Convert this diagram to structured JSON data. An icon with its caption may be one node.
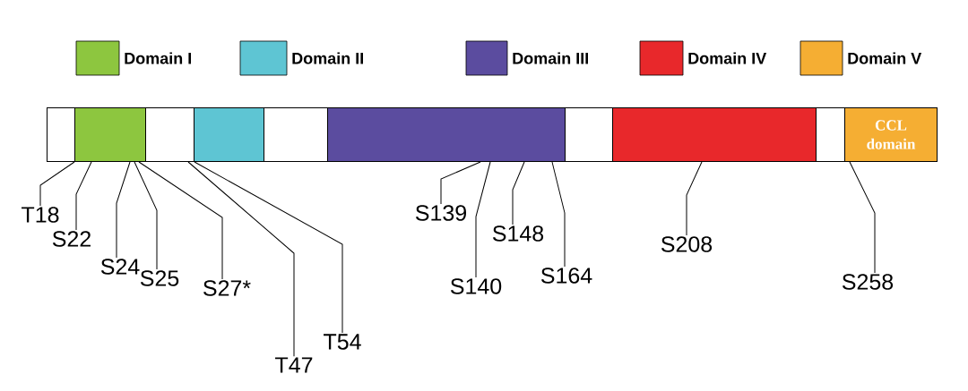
{
  "diagram": {
    "nodes": [
      {
        "text": [],
        "shape": "box"
      },
      {
        "text": [],
        "shape": "box"
      },
      {
        "text": [],
        "shape": "box"
      },
      {
        "text": [],
        "shape": "box"
      },
      {
        "text": [],
        "shape": "box"
      },
      {
        "text": [],
        "shape": "box"
      },
      {
        "text": [],
        "shape": "box"
      },
      {
        "text": [],
        "shape": "box"
      },
      {
        "text": [],
        "shape": "box"
      },
      {
        "text": [
          "CCL domain"
        ]
      },
      {
        "text": [
          "T18"
        ]
      },
      {
        "text": [
          "S22"
        ]
      },
      {
        "text": [
          "S24"
        ]
      },
      {
        "text": [
          "S25"
        ]
      },
      {
        "text": [
          "S27*"
        ]
      },
      {
        "text": [
          "T47"
        ]
      },
      {
        "text": [
          "T54"
        ]
      },
      {
        "text": [
          "S139"
        ]
      },
      {
        "text": [
          "S140"
        ]
      },
      {
        "text": [
          "S148"
        ]
      },
      {
        "text": [
          "S164"
        ]
      },
      {
        "text": [
          "S208"
        ]
      },
      {
        "text": [
          "S258"
        ]
      }
    ],
    "edges": [
      {
        "from": 10,
        "to": 0,
        "arrow": "none"
      },
      {
        "from": 11,
        "to": 1,
        "arrow": "none"
      },
      {
        "from": 12,
        "to": 1,
        "arrow": "none"
      },
      {
        "from": 13,
        "to": 1,
        "arrow": "none"
      },
      {
        "from": 14,
        "to": 1,
        "arrow": "none"
      },
      {
        "from": 15,
        "to": 2,
        "arrow": "none"
      },
      {
        "from": 16,
        "to": 3,
        "arrow": "none"
      },
      {
        "from": 17,
        "to": 5,
        "arrow": "none"
      },
      {
        "from": 18,
        "to": 5,
        "arrow": "none"
      },
      {
        "from": 19,
        "to": 5,
        "arrow": "none"
      },
      {
        "from": 20,
        "to": 5,
        "arrow": "none"
      },
      {
        "from": 21,
        "to": 7,
        "arrow": "none"
      },
      {
        "from": 22,
        "to": 9,
        "arrow": "none"
      }
    ],
    "legend": [
      {
        "text": "Domain I",
        "color": "#8dc63f"
      },
      {
        "text": "Domain II",
        "color": "#5ec5d3"
      },
      {
        "text": "Domain III",
        "color": "#5b4c9f"
      },
      {
        "text": "Domain IV",
        "color": "#e8282b"
      },
      {
        "text": "Domain V",
        "color": "#f5ae33"
      }
    ]
  }
}
